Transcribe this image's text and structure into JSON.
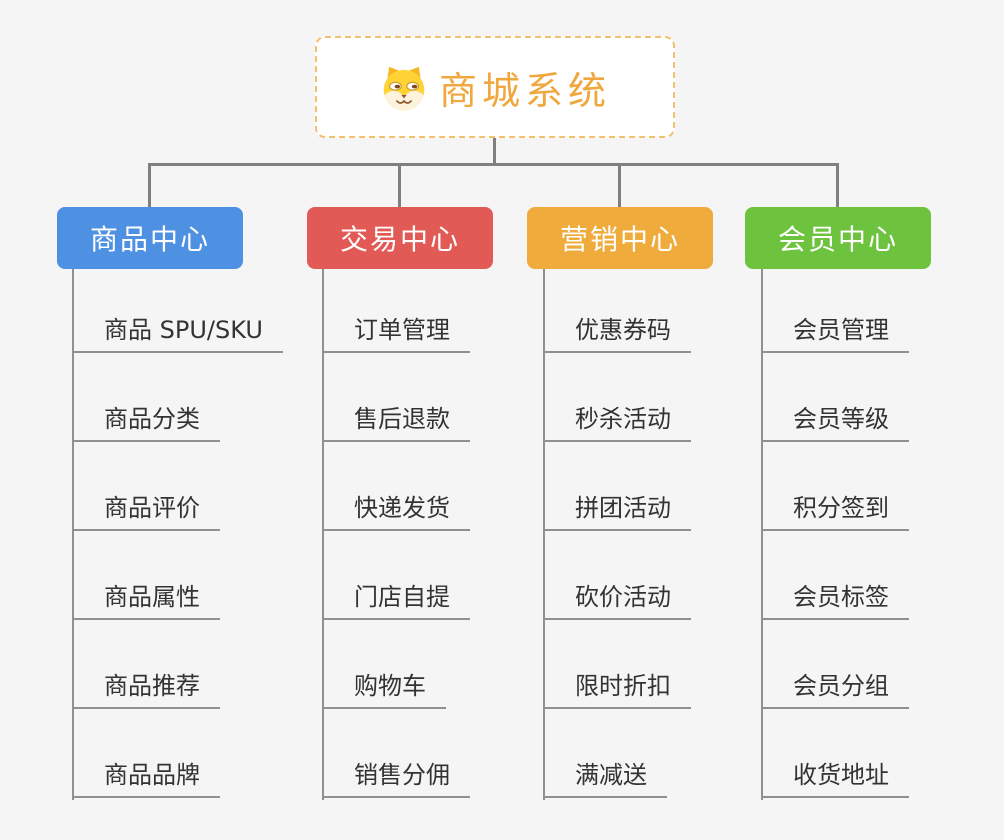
{
  "root": {
    "title": "商城系统",
    "icon": "doge-icon",
    "accent_color": "#f0a73e",
    "border_color": "#f3c06e"
  },
  "colors": {
    "background": "#f5f5f5",
    "connector_gray": "#7f7f7f",
    "branch_line_gray": "#909090",
    "leaf_text": "#333333"
  },
  "branches": [
    {
      "label": "商品中心",
      "color": "#4e90e2",
      "items": [
        "商品 SPU/SKU",
        "商品分类",
        "商品评价",
        "商品属性",
        "商品推荐",
        "商品品牌"
      ]
    },
    {
      "label": "交易中心",
      "color": "#e15a55",
      "items": [
        "订单管理",
        "售后退款",
        "快递发货",
        "门店自提",
        "购物车",
        "销售分佣"
      ]
    },
    {
      "label": "营销中心",
      "color": "#efac3c",
      "items": [
        "优惠券码",
        "秒杀活动",
        "拼团活动",
        "砍价活动",
        "限时折扣",
        "满减送"
      ]
    },
    {
      "label": "会员中心",
      "color": "#6dc23e",
      "items": [
        "会员管理",
        "会员等级",
        "积分签到",
        "会员标签",
        "会员分组",
        "收货地址"
      ]
    }
  ]
}
